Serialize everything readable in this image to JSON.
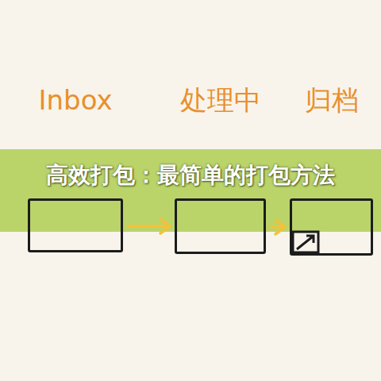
{
  "diagram": {
    "title": "高效打包：最简单的打包方法",
    "nodes": [
      {
        "text": [
          "Inbox"
        ]
      },
      {
        "text": [
          "处理中"
        ]
      },
      {
        "text": [
          "归档"
        ]
      }
    ],
    "edges": [
      {
        "from": 0,
        "to": 1,
        "arrow": "to"
      },
      {
        "from": 1,
        "to": 2,
        "arrow": "to"
      }
    ]
  }
}
